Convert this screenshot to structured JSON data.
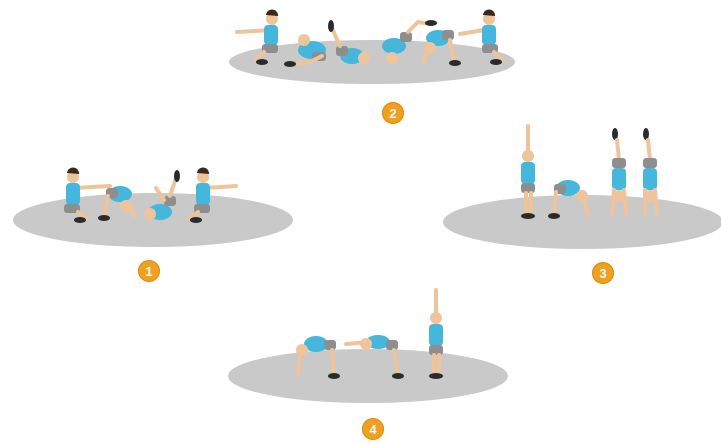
{
  "groups": [
    {
      "id": "1",
      "label": "1",
      "figures": [
        "squat-arms-forward",
        "bridge-bend",
        "back-roll",
        "squat-arms-forward"
      ]
    },
    {
      "id": "2",
      "label": "2",
      "figures": [
        "squat-arms-forward",
        "tuck-roll",
        "back-roll-legs-up",
        "shoulder-roll",
        "bridge-bend",
        "squat-arms-forward"
      ]
    },
    {
      "id": "3",
      "label": "3",
      "figures": [
        "stand-arms-up",
        "bridge-bend",
        "handstand",
        "handstand"
      ]
    },
    {
      "id": "4",
      "label": "4",
      "figures": [
        "bridge-back",
        "bridge-arch",
        "stand-arms-up"
      ]
    }
  ],
  "colors": {
    "badge": "#f0a020",
    "mat": "#c9c9c9",
    "shirt": "#45b6dc",
    "shorts": "#8e8e8e",
    "skin": "#f0c49a",
    "hair": "#3a2a1e",
    "shoes": "#2b2b2b"
  }
}
